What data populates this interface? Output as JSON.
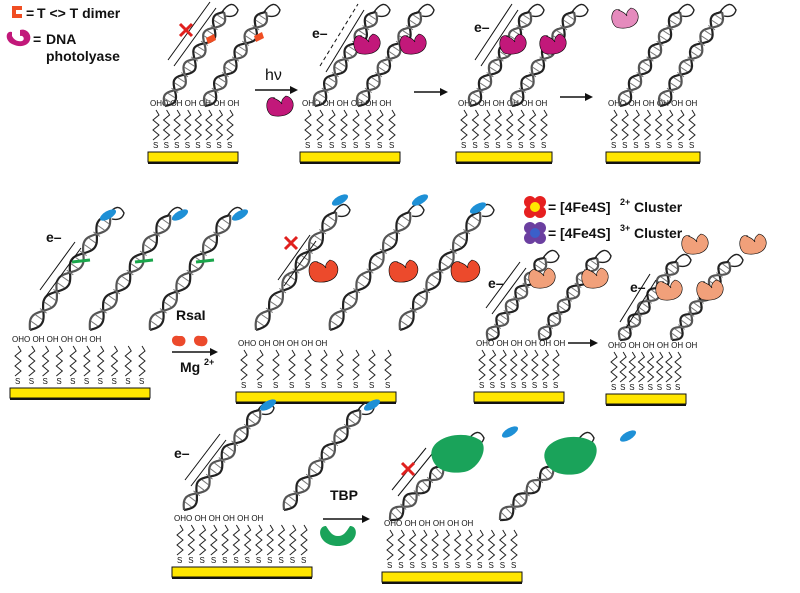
{
  "legend": {
    "dimer_eq": "=",
    "dimer": "T <> T dimer",
    "photolyase_eq": "=",
    "photolyase_1": "DNA",
    "photolyase_2": "photolyase",
    "cluster2_eq": "=",
    "cluster2_base": "[4Fe4S]",
    "cluster2_sup": "2+",
    "cluster2_tail": " Cluster",
    "cluster3_eq": "=",
    "cluster3_base": "[4Fe4S]",
    "cluster3_sup": "3+",
    "cluster3_tail": " Cluster"
  },
  "labels": {
    "electron": "e–",
    "hv": "hν",
    "rsal": "RsaI",
    "mg_base": "Mg",
    "mg_sup": "2+",
    "tbp": "TBP",
    "sulfur": "S",
    "oh_row": "OHO OH OH OH OH OH"
  },
  "colors": {
    "gold": "#ffe600",
    "photolyase": "#c2187a",
    "photolyase_light": "#e58bbd",
    "dimer": "#f04e23",
    "cyan_tag": "#1e90d6",
    "rsal": "#ec4a2c",
    "green_mismatch": "#1aa64b",
    "cluster_protein": "#f1a07a",
    "tbp": "#1aa35a"
  }
}
